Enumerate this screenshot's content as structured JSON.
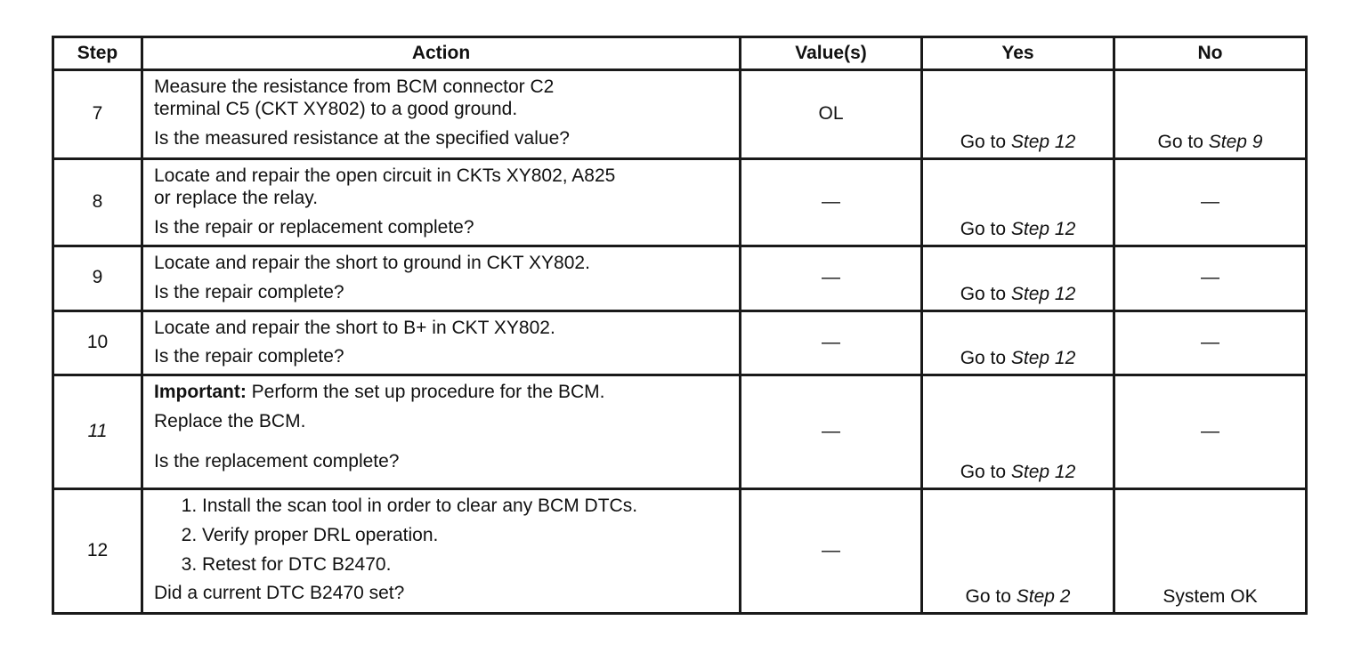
{
  "headers": {
    "step": "Step",
    "action": "Action",
    "values": "Value(s)",
    "yes": "Yes",
    "no": "No"
  },
  "go_to": "Go to",
  "rows": [
    {
      "step": "7",
      "action": [
        "Measure the resistance from BCM connector C2",
        "terminal C5 (CKT XY802) to a good ground.",
        "Is the measured resistance at the specified value?"
      ],
      "value": "OL",
      "yes_step": "Step 12",
      "no_step": "Step 9"
    },
    {
      "step": "8",
      "action": [
        "Locate and repair the open circuit in CKTs XY802, A825",
        "or replace the relay.",
        "Is the repair or replacement complete?"
      ],
      "value": "—",
      "yes_step": "Step 12",
      "no": "—"
    },
    {
      "step": "9",
      "action": [
        "Locate and repair the short to ground in CKT XY802.",
        "Is the repair complete?"
      ],
      "value": "—",
      "yes_step": "Step 12",
      "no": "—"
    },
    {
      "step": "10",
      "action": [
        "Locate and repair the short to B+ in CKT XY802.",
        "Is the repair complete?"
      ],
      "value": "—",
      "yes_step": "Step 12",
      "no": "—"
    },
    {
      "step": "11",
      "important_label": "Important:",
      "important_text": " Perform the set up procedure for the BCM.",
      "action": [
        "Replace the BCM.",
        "Is the replacement complete?"
      ],
      "value": "—",
      "yes_step": "Step 12",
      "no": "—"
    },
    {
      "step": "12",
      "list": [
        "Install the scan tool in order to clear any BCM DTCs.",
        "Verify proper DRL operation.",
        "Retest for DTC B2470."
      ],
      "action": [
        "Did a current DTC B2470 set?"
      ],
      "value": "—",
      "yes_step": "Step 2",
      "no": "System OK"
    }
  ]
}
